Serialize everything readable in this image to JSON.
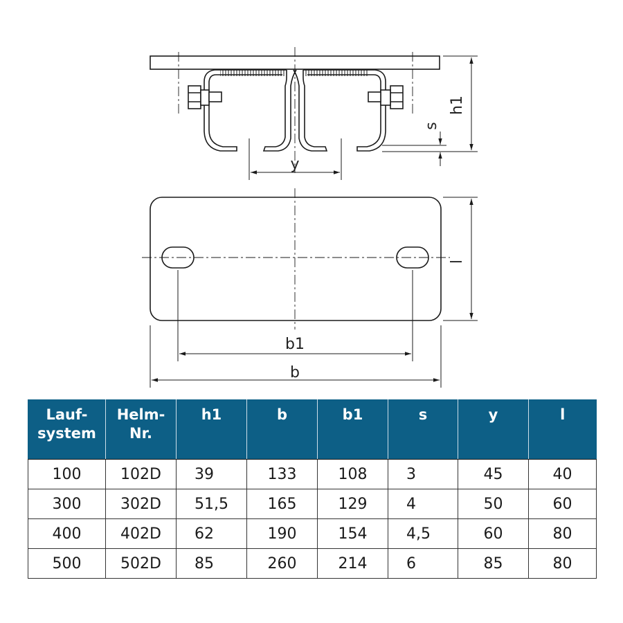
{
  "labels": {
    "h1_top": "h1",
    "s": "s",
    "y": "y",
    "l": "l",
    "b1": "b1",
    "b": "b"
  },
  "colors": {
    "header_bg": "#0d5f86",
    "header_text": "#ffffff",
    "line": "#1a1a1a"
  },
  "table": {
    "headers": [
      [
        "Lauf-",
        "system"
      ],
      [
        "Helm-",
        "Nr."
      ],
      [
        "h1"
      ],
      [
        "b"
      ],
      [
        "b1"
      ],
      [
        "s"
      ],
      [
        "y"
      ],
      [
        "l"
      ]
    ],
    "rows": [
      [
        "100",
        "102D",
        "39",
        "133",
        "108",
        "3",
        "45",
        "40"
      ],
      [
        "300",
        "302D",
        "51,5",
        "165",
        "129",
        "4",
        "50",
        "60"
      ],
      [
        "400",
        "402D",
        "62",
        "190",
        "154",
        "4,5",
        "60",
        "80"
      ],
      [
        "500",
        "502D",
        "85",
        "260",
        "214",
        "6",
        "85",
        "80"
      ]
    ]
  }
}
